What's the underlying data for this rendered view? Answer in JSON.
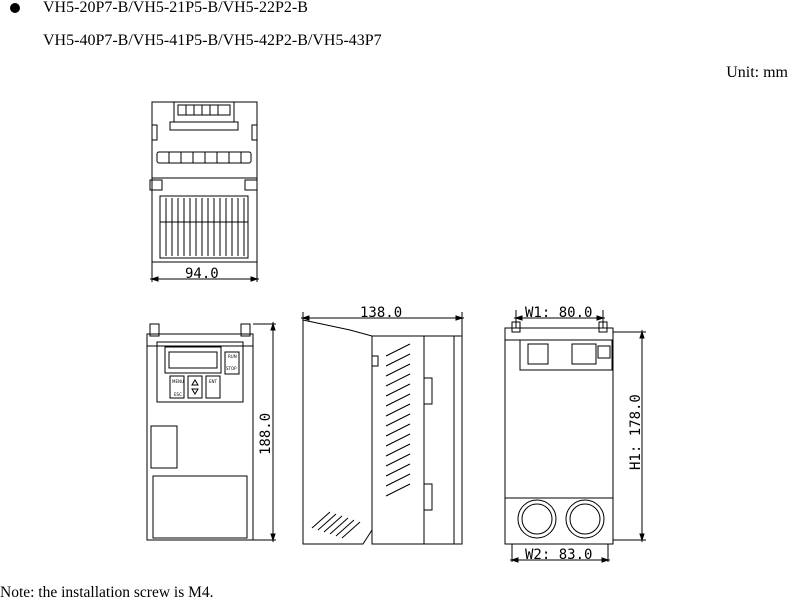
{
  "models": [
    "VH5-20P7-B/VH5-21P5-B/VH5-22P2-B",
    "VH5-40P7-B/VH5-41P5-B/VH5-42P2-B/VH5-43P7"
  ],
  "unit_label": "Unit: mm",
  "dimensions": {
    "top_width": "94.0",
    "front_height": "188.0",
    "side_depth": "138.0",
    "w1": "W1: 80.0",
    "w2": "W2: 83.0",
    "h1": "H1: 178.0"
  },
  "panel_keys": [
    "MENU",
    "ESC",
    "ENT",
    "RUN",
    "STOP"
  ],
  "note": "Note: the installation screw is M4."
}
